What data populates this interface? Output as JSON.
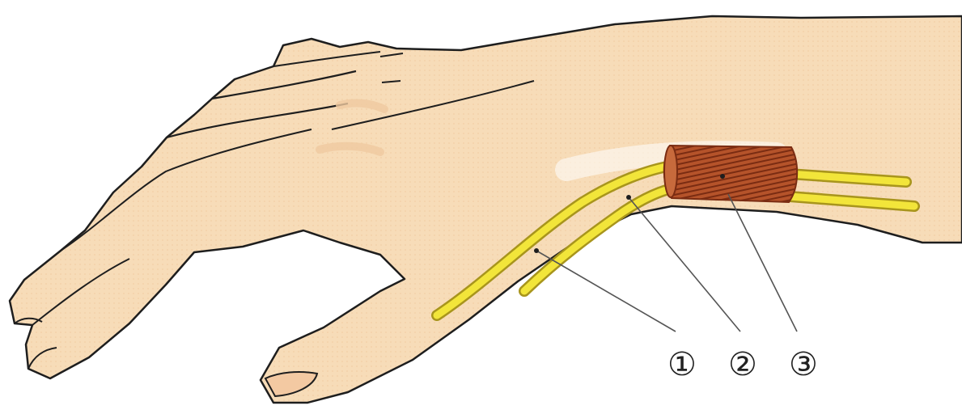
{
  "labels": [
    {
      "id": "1",
      "text": "①"
    },
    {
      "id": "2",
      "text": "②"
    },
    {
      "id": "3",
      "text": "③"
    }
  ],
  "colors": {
    "skin": "#f7dcb8",
    "skin_shadow": "#efc9a0",
    "outline": "#1e1e1e",
    "tendon": "#f2e53a",
    "tendon_edge": "#a8951c",
    "sheath": "#b5532a",
    "sheath_dark": "#7a2c12",
    "leader": "#555555"
  }
}
